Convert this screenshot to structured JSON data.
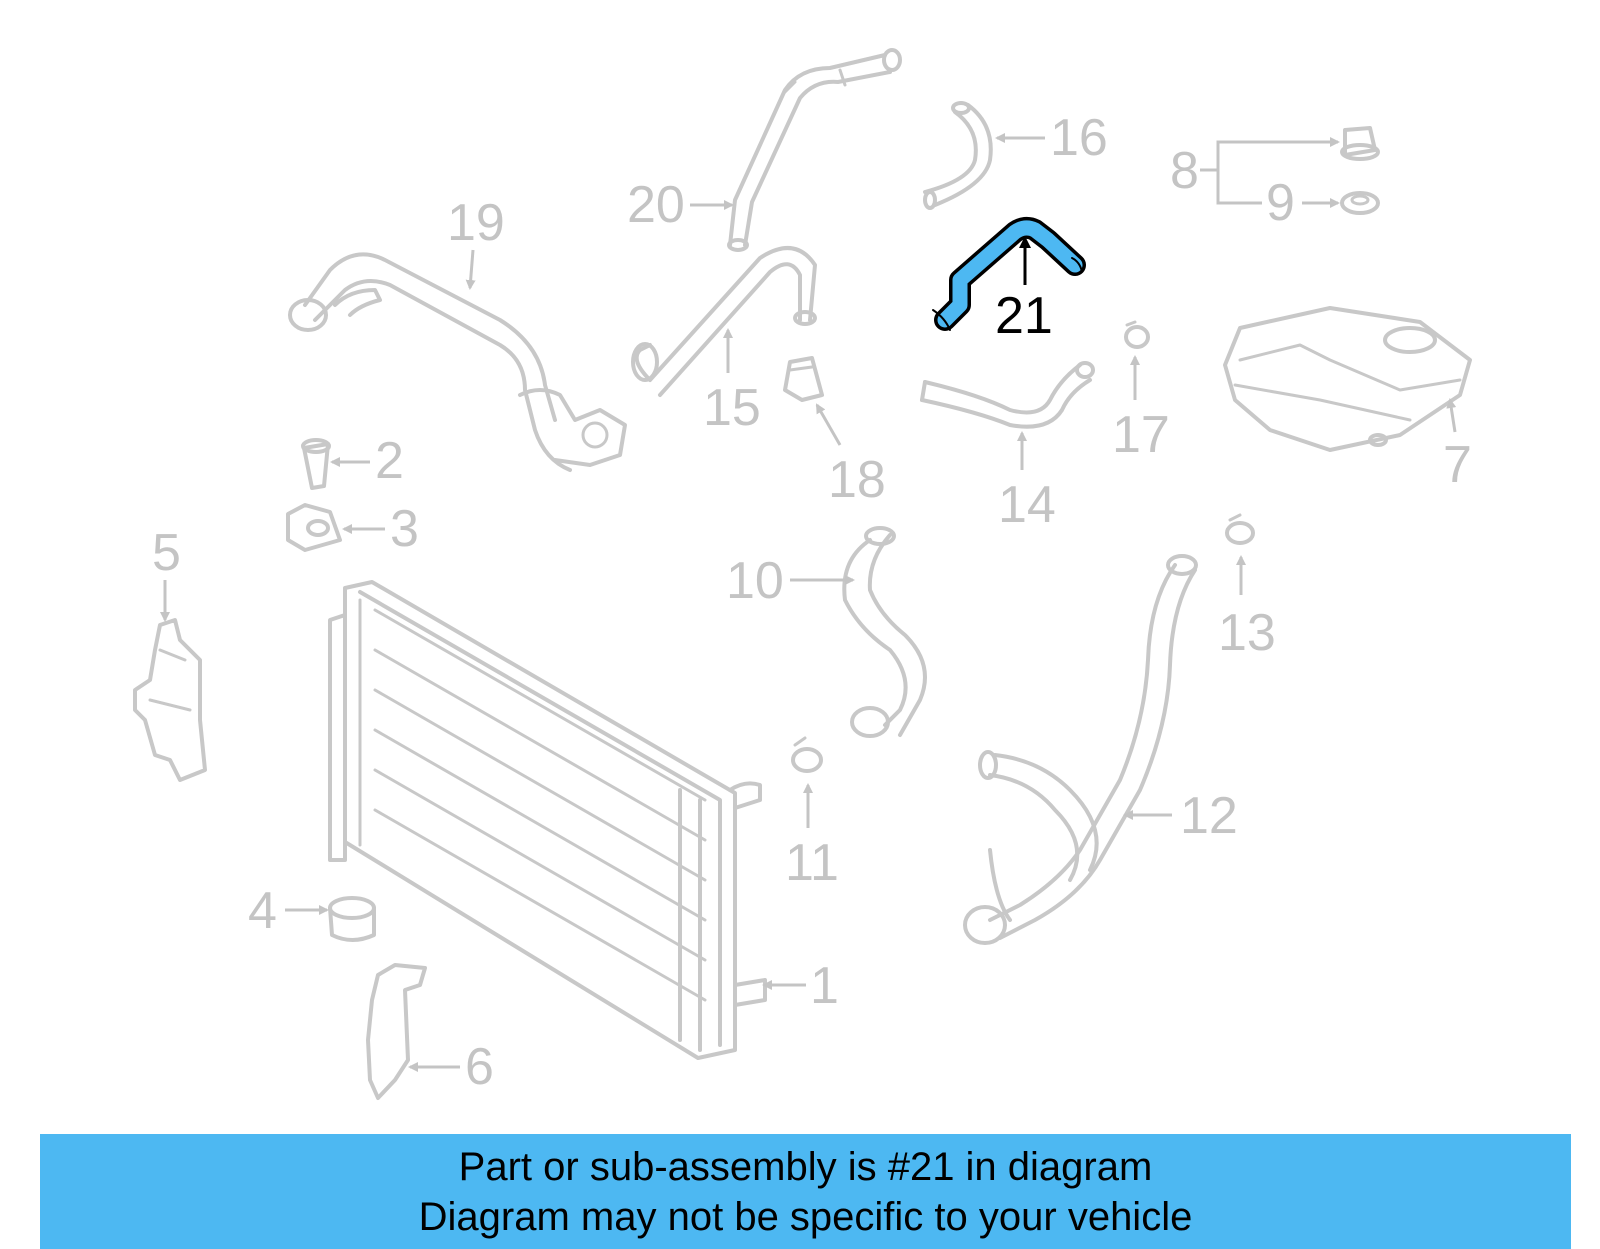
{
  "callouts": {
    "c1": "1",
    "c2": "2",
    "c3": "3",
    "c4": "4",
    "c5": "5",
    "c6": "6",
    "c7": "7",
    "c8": "8",
    "c9": "9",
    "c10": "10",
    "c11": "11",
    "c12": "12",
    "c13": "13",
    "c14": "14",
    "c15": "15",
    "c16": "16",
    "c17": "17",
    "c18": "18",
    "c19": "19",
    "c20": "20",
    "c21": "21"
  },
  "banner": {
    "line1": "Part or sub-assembly is #21 in diagram",
    "line2": "Diagram may not be specific to your vehicle"
  },
  "colors": {
    "highlight": "#4db8f2",
    "outline": "#c8c8c8",
    "callout": "#c4c4c4"
  }
}
